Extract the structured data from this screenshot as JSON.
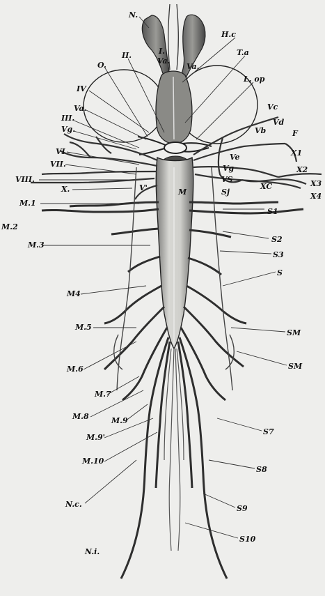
{
  "figure": {
    "labels": {
      "N": "N.",
      "I": "I.",
      "II": "II.",
      "O": "O.",
      "IV": "IV",
      "III": "III.",
      "Va_left": "Va.",
      "Vg_left": "Vg.",
      "VI": "VI",
      "VII": "VII.",
      "VIII": "VIII.",
      "X": "X.",
      "Va_top_left": "Va.",
      "Va_top_right": "Va.",
      "Hc": "H.c",
      "Ta": "T.a",
      "Lop": "L, op",
      "Vc": "Vc",
      "Vd": "Vd",
      "Vb": "Vb",
      "Ve": "Ve",
      "Vg_right": "Vg",
      "VS": "VS",
      "F": "F",
      "X1": "X1",
      "X2": "X2",
      "X3": "X3",
      "X4": "X4",
      "XC": "XC",
      "V1": "V'",
      "M": "M",
      "Sj": "Sj",
      "S1": "S1",
      "S2": "S2",
      "S3": "S3",
      "S": "S",
      "SM1": "SM",
      "SM2": "SM",
      "S7": "S7",
      "S8": "S8",
      "S9": "S9",
      "S10": "S10",
      "M1": "M.1",
      "M2": "M.2",
      "M3": "M.3",
      "M4": "M4",
      "M5": "M.5",
      "M6": "M.6",
      "M7": "M.7",
      "M8": "M.8",
      "M9": "M.9",
      "M9p": "M.9'",
      "M10": "M.10",
      "Nc": "N.c.",
      "Ni": "N.i."
    }
  }
}
